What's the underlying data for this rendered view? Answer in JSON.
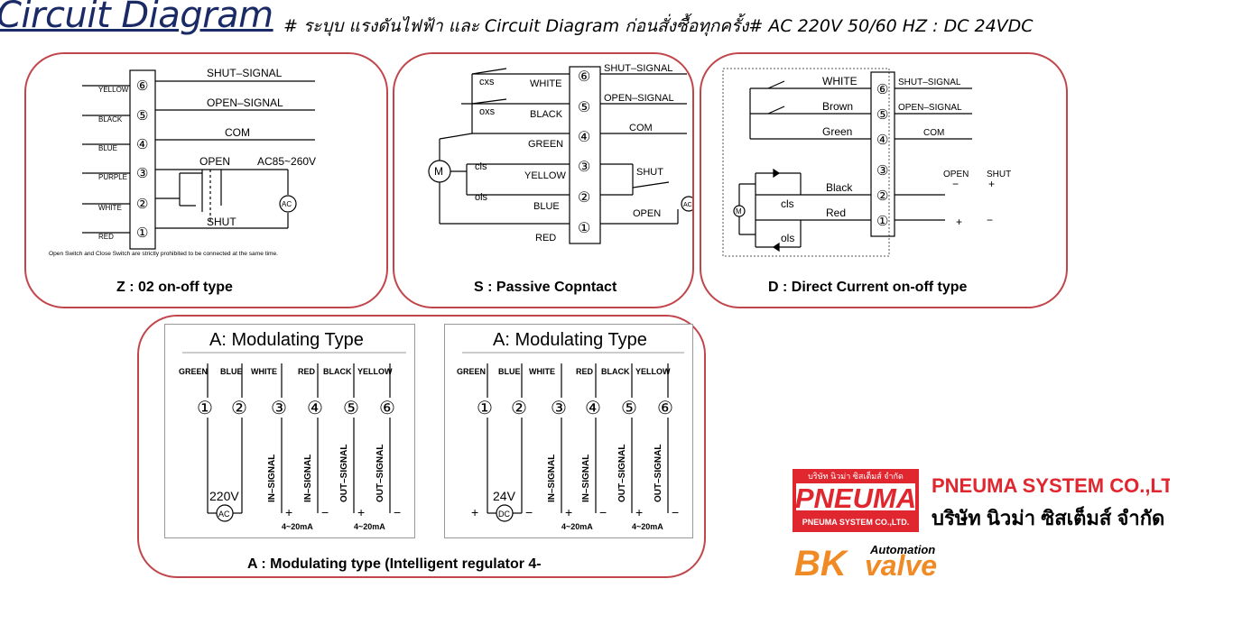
{
  "header": {
    "title": "Circuit Diagram",
    "subtitle": "# ระบุบ แรงดันไฟฟ้า และ Circuit Diagram ก่อนสั่งซื้อทุกครั้ง# AC 220V 50/60 HZ  : DC 24VDC"
  },
  "panel_z": {
    "caption": "Z : 02 on-off type",
    "wires": [
      "YELLOW",
      "BLACK",
      "BLUE",
      "PURPLE",
      "WHITE",
      "RED"
    ],
    "terminals": [
      "⑥",
      "⑤",
      "④",
      "③",
      "②",
      "①"
    ],
    "sig_shut": "SHUT–SIGNAL",
    "sig_open": "OPEN–SIGNAL",
    "sig_com": "COM",
    "open_label": "OPEN",
    "shut_label": "SHUT",
    "voltage": "AC85~260V",
    "ac": "AC",
    "warning": "Open Switch and Close Switch are strictly prohibited to be connected at the same time."
  },
  "panel_s": {
    "caption": "S : Passive Copntact",
    "cxs": "cxs",
    "oxs": "oxs",
    "cls": "cls",
    "ols": "ols",
    "motor": "M",
    "wires": [
      "WHITE",
      "BLACK",
      "GREEN",
      "YELLOW",
      "BLUE",
      "RED"
    ],
    "terminals": [
      "⑥",
      "⑤",
      "④",
      "③",
      "②",
      "①"
    ],
    "sig_shut": "SHUT–SIGNAL",
    "sig_open": "OPEN–SIGNAL",
    "sig_com": "COM",
    "shut": "SHUT",
    "open": "OPEN",
    "ac": "AC"
  },
  "panel_d": {
    "caption": "D : Direct Current on-off type",
    "wires": [
      "WHITE",
      "Brown",
      "Green",
      "Black",
      "Red"
    ],
    "terminals": [
      "⑥",
      "⑤",
      "④",
      "③",
      "②",
      "①"
    ],
    "sig_shut": "SHUT–SIGNAL",
    "sig_open": "OPEN–SIGNAL",
    "sig_com": "COM",
    "open": "OPEN",
    "shut": "SHUT",
    "minus": "−",
    "plus": "+",
    "cls": "cls",
    "ols": "ols",
    "motor": "M"
  },
  "panel_a": {
    "caption": "A : Modulating type (Intelligent regulator 4-",
    "left": {
      "title": "A: Modulating Type",
      "wires": [
        "GREEN",
        "BLUE",
        "WHITE",
        "RED",
        "BLACK",
        "YELLOW"
      ],
      "terminals": [
        "①",
        "②",
        "③",
        "④",
        "⑤",
        "⑥"
      ],
      "in1": "IN–SIGNAL",
      "in2": "IN–SIGNAL",
      "out1": "OUT–SIGNAL",
      "out2": "OUT–SIGNAL",
      "voltage": "220V",
      "source": "AC",
      "ma1": "4~20mA",
      "ma2": "4~20mA",
      "plus": "+",
      "minus": "−"
    },
    "right": {
      "title": "A: Modulating Type",
      "wires": [
        "GREEN",
        "BLUE",
        "WHITE",
        "RED",
        "BLACK",
        "YELLOW"
      ],
      "terminals": [
        "①",
        "②",
        "③",
        "④",
        "⑤",
        "⑥"
      ],
      "in1": "IN–SIGNAL",
      "in2": "IN–SIGNAL",
      "out1": "OUT–SIGNAL",
      "out2": "OUT–SIGNAL",
      "voltage": "24V",
      "source": "DC",
      "ma1": "4~20mA",
      "ma2": "4~20mA",
      "plus": "+",
      "minus": "−"
    }
  },
  "logo": {
    "company_thai_small": "บริษัท นิวม่า ซิสเต็มส์ จำกัด",
    "brand": "PNEUMA",
    "brand_sub": "PNEUMA SYSTEM CO.,LTD.",
    "company_en": "PNEUMA SYSTEM CO.,LTD.",
    "company_th": "บริษัท นิวม่า ซิสเต็มส์ จำกัด",
    "bk": "BK",
    "valve": "valve",
    "automation": "Automation",
    "brand_red": "#e0262e",
    "bk_orange": "#f08a24"
  }
}
